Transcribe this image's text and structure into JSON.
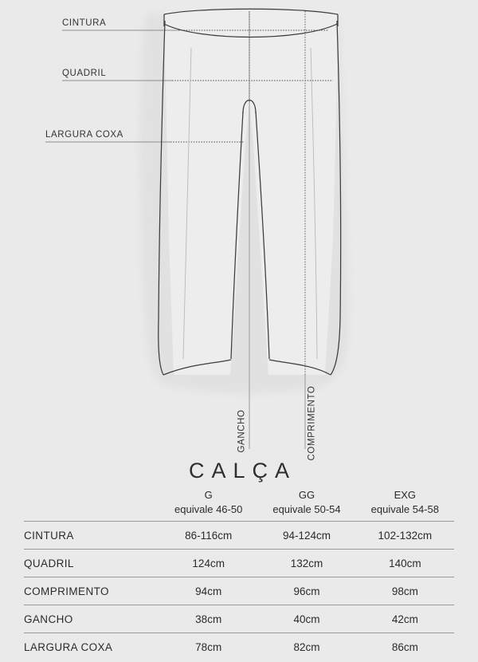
{
  "diagram": {
    "title": "pants-technical-drawing",
    "callouts": [
      {
        "id": "cintura",
        "label": "CINTURA"
      },
      {
        "id": "quadril",
        "label": "QUADRIL"
      },
      {
        "id": "largura-coxa",
        "label": "LARGURA COXA"
      }
    ],
    "vertical_callouts": [
      {
        "id": "gancho",
        "label": "GANCHO"
      },
      {
        "id": "comprimento",
        "label": "COMPRIMENTO"
      }
    ]
  },
  "title": "CALÇA",
  "table": {
    "label_header": "",
    "sizes": [
      {
        "code": "G",
        "equiv": "equivale 46-50"
      },
      {
        "code": "GG",
        "equiv": "equivale 50-54"
      },
      {
        "code": "EXG",
        "equiv": "equivale 54-58"
      }
    ],
    "rows": [
      {
        "label": "CINTURA",
        "values": [
          "86-116cm",
          "94-124cm",
          "102-132cm"
        ]
      },
      {
        "label": "QUADRIL",
        "values": [
          "124cm",
          "132cm",
          "140cm"
        ]
      },
      {
        "label": "COMPRIMENTO",
        "values": [
          "94cm",
          "96cm",
          "98cm"
        ]
      },
      {
        "label": "GANCHO",
        "values": [
          "38cm",
          "40cm",
          "42cm"
        ]
      },
      {
        "label": "LARGURA COXA",
        "values": [
          "78cm",
          "82cm",
          "86cm"
        ]
      }
    ]
  },
  "colors": {
    "background": "#eaeaea",
    "line": "#444444",
    "rule": "#9a9a9a",
    "text": "#2b2b2b",
    "garment_fill": "#ededed",
    "shadow": "#e0e0e0"
  }
}
